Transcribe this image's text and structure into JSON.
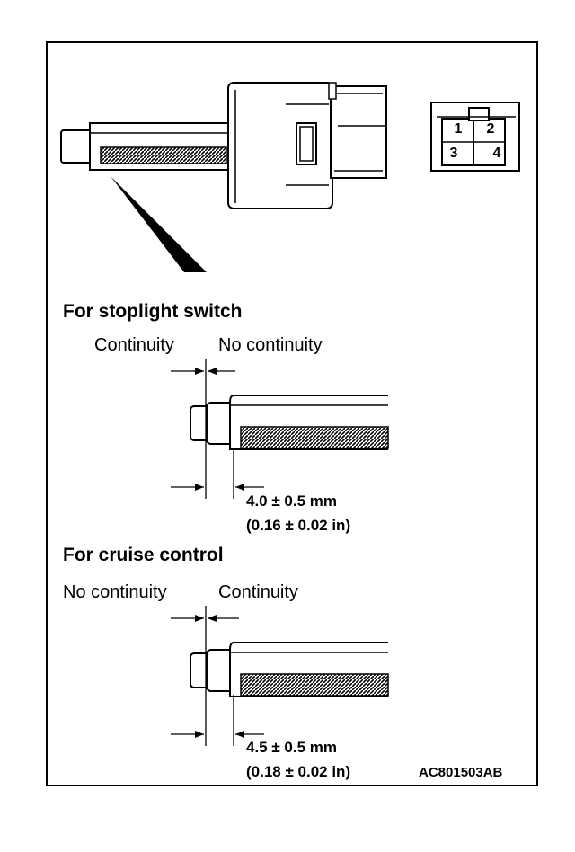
{
  "connector": {
    "pins": [
      "1",
      "2",
      "3",
      "4"
    ]
  },
  "stoplight": {
    "heading": "For stoplight switch",
    "left_label": "Continuity",
    "right_label": "No continuity",
    "dimension_mm": "4.0 ± 0.5 mm",
    "dimension_in": "(0.16 ± 0.02 in)"
  },
  "cruise": {
    "heading": "For cruise control",
    "left_label": "No continuity",
    "right_label": "Continuity",
    "dimension_mm": "4.5 ± 0.5 mm",
    "dimension_in": "(0.18 ± 0.02 in)"
  },
  "figure_code": "AC801503AB"
}
